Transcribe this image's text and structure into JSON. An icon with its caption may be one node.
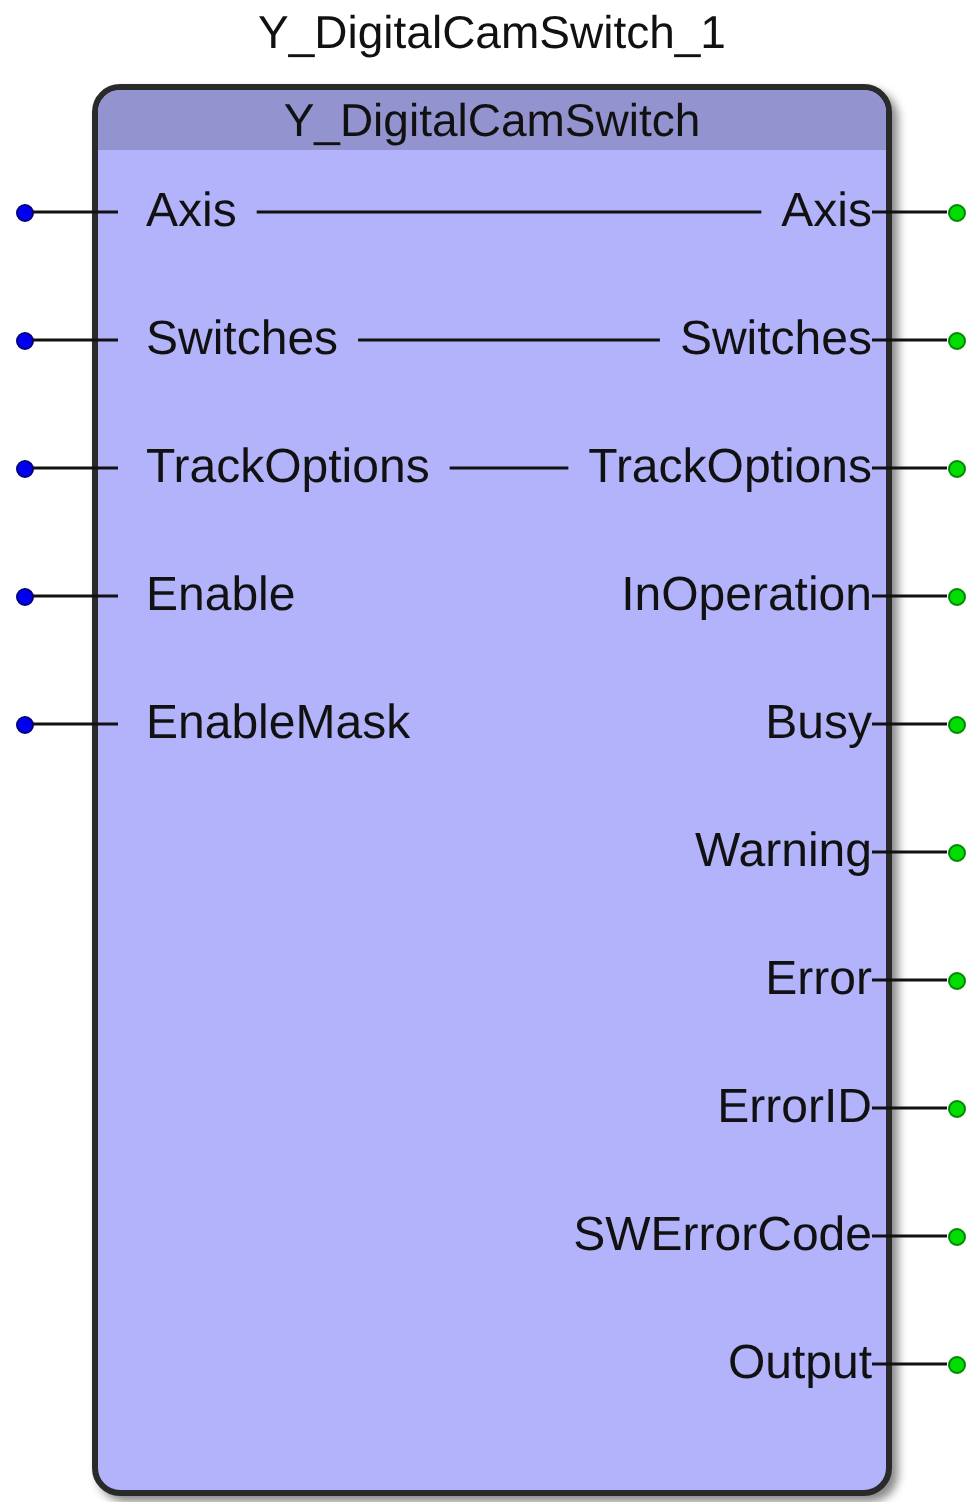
{
  "diagram": {
    "nodes": [
      {
        "text": [
          "Y_DigitalCamSwitch_1",
          "Y_DigitalCamSwitch"
        ]
      },
      {
        "text": [
          "Axis"
        ],
        "in": 0
      },
      {
        "text": [
          "Switches"
        ],
        "in": 0
      },
      {
        "text": [
          "TrackOptions"
        ],
        "in": 0
      },
      {
        "text": [
          "Enable"
        ],
        "in": 0
      },
      {
        "text": [
          "EnableMask"
        ],
        "in": 0
      },
      {
        "text": [
          "Axis"
        ],
        "in": 0
      },
      {
        "text": [
          "Switches"
        ],
        "in": 0
      },
      {
        "text": [
          "TrackOptions"
        ],
        "in": 0
      },
      {
        "text": [
          "InOperation"
        ],
        "in": 0
      },
      {
        "text": [
          "Busy"
        ],
        "in": 0
      },
      {
        "text": [
          "Warning"
        ],
        "in": 0
      },
      {
        "text": [
          "Error"
        ],
        "in": 0
      },
      {
        "text": [
          "ErrorID"
        ],
        "in": 0
      },
      {
        "text": [
          "SWErrorCode"
        ],
        "in": 0
      },
      {
        "text": [
          "Output"
        ],
        "in": 0
      },
      {
        "text": [],
        "shape": "circle"
      },
      {
        "text": [],
        "shape": "circle"
      },
      {
        "text": [],
        "shape": "circle"
      },
      {
        "text": [],
        "shape": "circle"
      },
      {
        "text": [],
        "shape": "circle"
      },
      {
        "text": [],
        "shape": "circle"
      },
      {
        "text": [],
        "shape": "circle"
      },
      {
        "text": [],
        "shape": "circle"
      },
      {
        "text": [],
        "shape": "circle"
      },
      {
        "text": [],
        "shape": "circle"
      },
      {
        "text": [],
        "shape": "circle"
      },
      {
        "text": [],
        "shape": "circle"
      },
      {
        "text": [],
        "shape": "circle"
      },
      {
        "text": [],
        "shape": "circle"
      },
      {
        "text": [],
        "shape": "circle"
      }
    ],
    "edges": [
      {
        "from": 16,
        "to": 1,
        "arrow": "none"
      },
      {
        "from": 17,
        "to": 2,
        "arrow": "none"
      },
      {
        "from": 18,
        "to": 3,
        "arrow": "none"
      },
      {
        "from": 19,
        "to": 4,
        "arrow": "none"
      },
      {
        "from": 20,
        "to": 5,
        "arrow": "none"
      },
      {
        "from": 1,
        "to": 6,
        "arrow": "none"
      },
      {
        "from": 2,
        "to": 7,
        "arrow": "none"
      },
      {
        "from": 3,
        "to": 8,
        "arrow": "none"
      },
      {
        "from": 6,
        "to": 21,
        "arrow": "none"
      },
      {
        "from": 7,
        "to": 22,
        "arrow": "none"
      },
      {
        "from": 8,
        "to": 23,
        "arrow": "none"
      },
      {
        "from": 9,
        "to": 24,
        "arrow": "none"
      },
      {
        "from": 10,
        "to": 25,
        "arrow": "none"
      },
      {
        "from": 11,
        "to": 26,
        "arrow": "none"
      },
      {
        "from": 12,
        "to": 27,
        "arrow": "none"
      },
      {
        "from": 13,
        "to": 28,
        "arrow": "none"
      },
      {
        "from": 14,
        "to": 29,
        "arrow": "none"
      },
      {
        "from": 15,
        "to": 30,
        "arrow": "none"
      }
    ]
  }
}
